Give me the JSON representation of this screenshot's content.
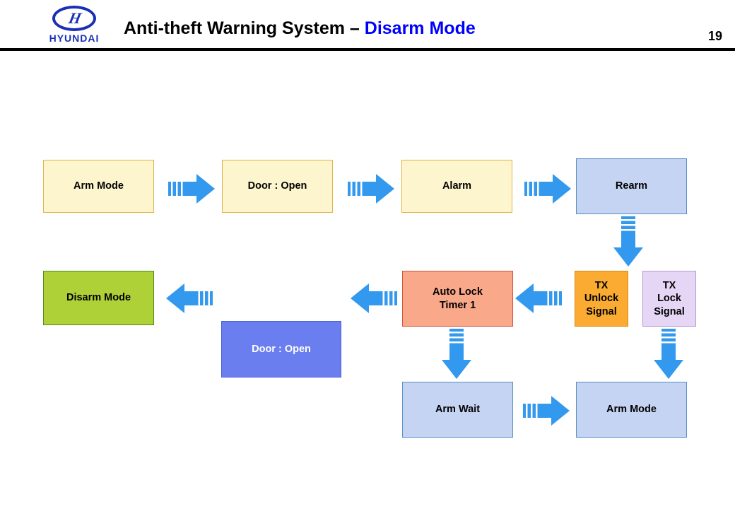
{
  "header": {
    "logo_name": "HYUNDAI",
    "logo_mark": "H",
    "title_main": "Anti-theft Warning System – ",
    "title_accent": "Disarm Mode",
    "page_number": "19"
  },
  "colors": {
    "accent_blue": "#0000ff",
    "arrow_blue": "#3399ee",
    "yellow_box": "#fdf5cd",
    "yellow_border": "#e3b24a",
    "lav_blue_box": "#c5d4f2",
    "lav_blue_border": "#5a8fc4",
    "green_box": "#aed137",
    "green_border": "#4f8b1e",
    "blue_box": "#6b7ef0",
    "blue_border": "#4a5ed8",
    "salmon_box": "#f9a88a",
    "salmon_border": "#d4523a",
    "orange_box": "#fbab32",
    "orange_border": "#d98a10",
    "lilac_box": "#e6d6f5",
    "lilac_border": "#b49ad2",
    "rule_black": "#000000"
  },
  "diagram": {
    "type": "flowchart",
    "title": "Anti-theft Warning System – Disarm Mode",
    "nodes": [
      {
        "id": "arm-mode-1",
        "label": "Arm Mode",
        "row": 1,
        "color": "yellow"
      },
      {
        "id": "door-open-1",
        "label": "Door : Open",
        "row": 1,
        "color": "yellow"
      },
      {
        "id": "alarm",
        "label": "Alarm",
        "row": 1,
        "color": "yellow"
      },
      {
        "id": "rearm",
        "label": "Rearm",
        "row": 1,
        "color": "lavblue"
      },
      {
        "id": "disarm-mode",
        "label": "Disarm Mode",
        "row": 2,
        "color": "green"
      },
      {
        "id": "door-open-2",
        "label": "Door : Open",
        "row": 2,
        "color": "blue"
      },
      {
        "id": "auto-lock-timer-1",
        "label": "Auto Lock\nTimer 1",
        "row": 2,
        "color": "salmon"
      },
      {
        "id": "tx-unlock-signal",
        "label": "TX\nUnlock\nSignal",
        "row": 2,
        "color": "orange"
      },
      {
        "id": "tx-lock-signal",
        "label": "TX\nLock\nSignal",
        "row": 2,
        "color": "lilac"
      },
      {
        "id": "arm-wait",
        "label": "Arm Wait",
        "row": 3,
        "color": "lavblue"
      },
      {
        "id": "arm-mode-2",
        "label": "Arm Mode",
        "row": 3,
        "color": "lavblue"
      }
    ],
    "edges": [
      {
        "from": "arm-mode-1",
        "to": "door-open-1",
        "direction": "right"
      },
      {
        "from": "door-open-1",
        "to": "alarm",
        "direction": "right"
      },
      {
        "from": "alarm",
        "to": "rearm",
        "direction": "right"
      },
      {
        "from": "rearm",
        "to": "tx-unlock-signal",
        "direction": "down"
      },
      {
        "from": "tx-unlock-signal",
        "to": "auto-lock-timer-1",
        "direction": "left"
      },
      {
        "from": "auto-lock-timer-1",
        "to": "door-open-2",
        "direction": "left"
      },
      {
        "from": "door-open-2",
        "to": "disarm-mode",
        "direction": "left"
      },
      {
        "from": "auto-lock-timer-1",
        "to": "arm-wait",
        "direction": "down"
      },
      {
        "from": "tx-lock-signal",
        "to": "arm-mode-2",
        "direction": "down"
      },
      {
        "from": "arm-wait",
        "to": "arm-mode-2",
        "direction": "right"
      }
    ]
  },
  "nodes": {
    "arm_mode_1": "Arm Mode",
    "door_open_1": "Door : Open",
    "alarm": "Alarm",
    "rearm": "Rearm",
    "disarm_mode": "Disarm Mode",
    "door_open_2": "Door : Open",
    "auto_lock_line1": "Auto Lock",
    "auto_lock_line2": "Timer 1",
    "tx_unlock_line1": "TX",
    "tx_unlock_line2": "Unlock",
    "tx_unlock_line3": "Signal",
    "tx_lock_line1": "TX",
    "tx_lock_line2": "Lock",
    "tx_lock_line3": "Signal",
    "arm_wait": "Arm Wait",
    "arm_mode_2": "Arm Mode"
  }
}
